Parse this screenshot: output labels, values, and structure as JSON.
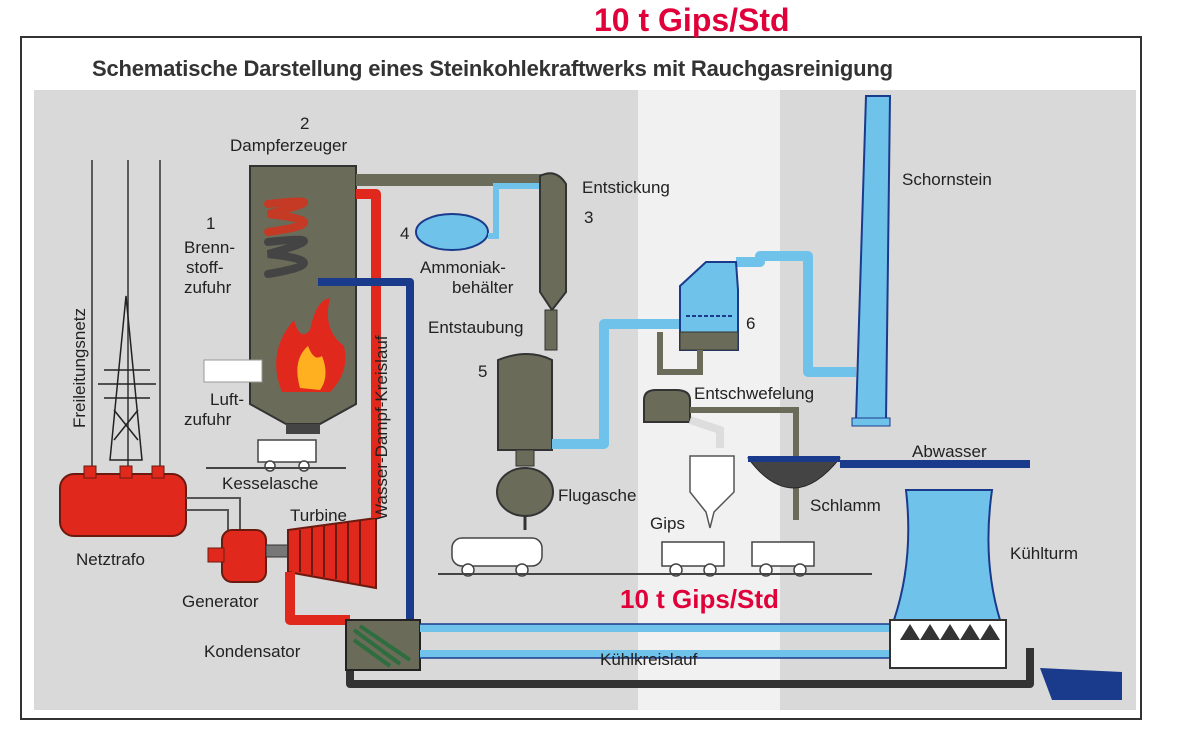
{
  "banner_top": "10 t Gips/Std",
  "banner_mid": "10 t Gips/Std",
  "title": "Schematische Darstellung eines Steinkohlekraftwerks mit Rauchgasreinigung",
  "labels": {
    "freileitungsnetz": "Freileitungsnetz",
    "netztrafo": "Netztrafo",
    "generator": "Generator",
    "turbine": "Turbine",
    "kondensator": "Kondensator",
    "kesselasche": "Kesselasche",
    "luftzufuhr_1": "Luft-",
    "luftzufuhr_2": "zufuhr",
    "brennstoff_num": "1",
    "brennstoff_1": "Brenn-",
    "brennstoff_2": "stoff-",
    "brennstoff_3": "zufuhr",
    "dampferzeuger_num": "2",
    "dampferzeuger": "Dampferzeuger",
    "wasser_dampf": "Wasser-Dampf-Kreislauf",
    "entstickung": "Entstickung",
    "entstickung_num": "3",
    "ammoniak_num": "4",
    "ammoniak_1": "Ammoniak-",
    "ammoniak_2": "behälter",
    "entstaubung": "Entstaubung",
    "entstaubung_num": "5",
    "flugasche": "Flugasche",
    "entschwefelung_num": "6",
    "entschwefelung": "Entschwefelung",
    "gips": "Gips",
    "schlamm": "Schlamm",
    "abwasser": "Abwasser",
    "schornstein": "Schornstein",
    "kuehlturm": "Kühlturm",
    "kuehlkreislauf": "Kühlkreislauf"
  },
  "colors": {
    "red": "#e0281c",
    "blue": "#1a3a8c",
    "lightblue": "#6fc3ea",
    "gray": "#6b6b5a",
    "banner": "#e0003a"
  }
}
